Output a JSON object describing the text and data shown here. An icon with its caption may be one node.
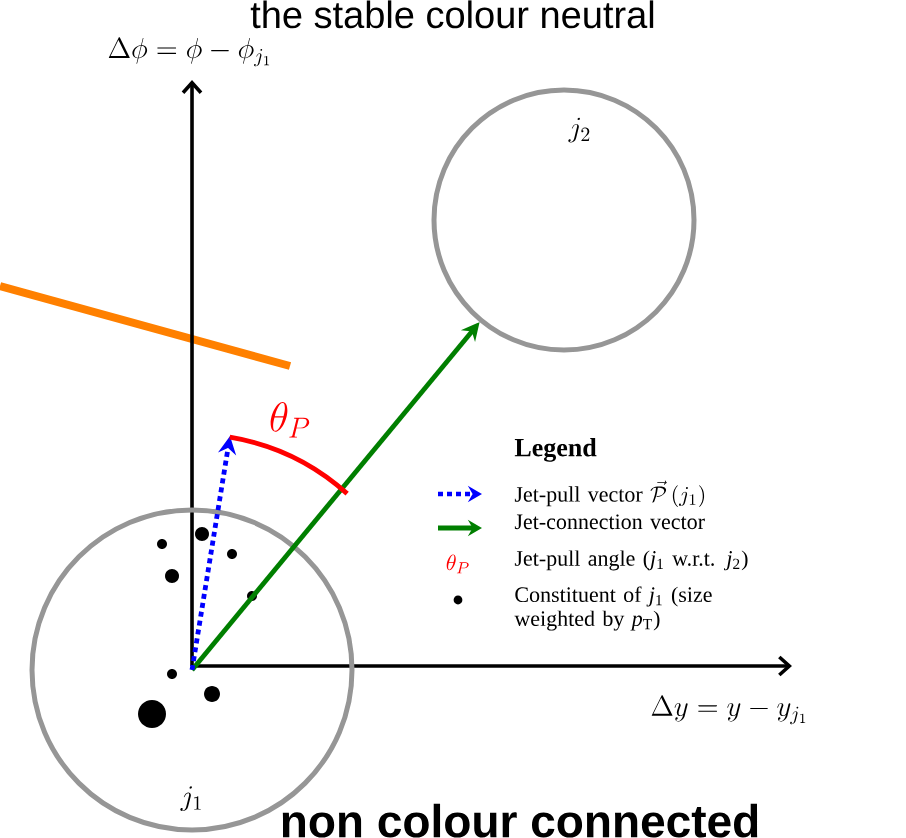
{
  "diagram": {
    "nodes": [
      {
        "text": [
          "j_1"
        ]
      },
      {
        "text": [
          "j_2"
        ]
      }
    ],
    "edges": [
      {
        "from": 0,
        "to": 1,
        "arrow": "to",
        "color": "#007f00"
      },
      {
        "from": 0,
        "to": null,
        "arrow": "to",
        "color": "#0000ff",
        "style": "dashed"
      }
    ],
    "labels": [
      "the stable colour neutral",
      "\\Delta\\phi = \\phi - \\phi_{j_1}",
      "\\theta_P",
      "Legend",
      "\\theta_P",
      "\\Delta y = y - y_{j_1}",
      "non colour connected"
    ],
    "legend": [
      {
        "text": "\\text{Jet-pull vector } \\vec{\\mathcal{P}}\\,(j_1)"
      },
      {
        "text": "Jet-connection vector"
      },
      {
        "text": "Jet-pull angle (*j*$_{1}$ w.r.t. *j*$_{2}$)"
      },
      {
        "text": "Constituent of *j*$_{1}$ (size weighted by *p*$_{T}$)"
      }
    ]
  }
}
